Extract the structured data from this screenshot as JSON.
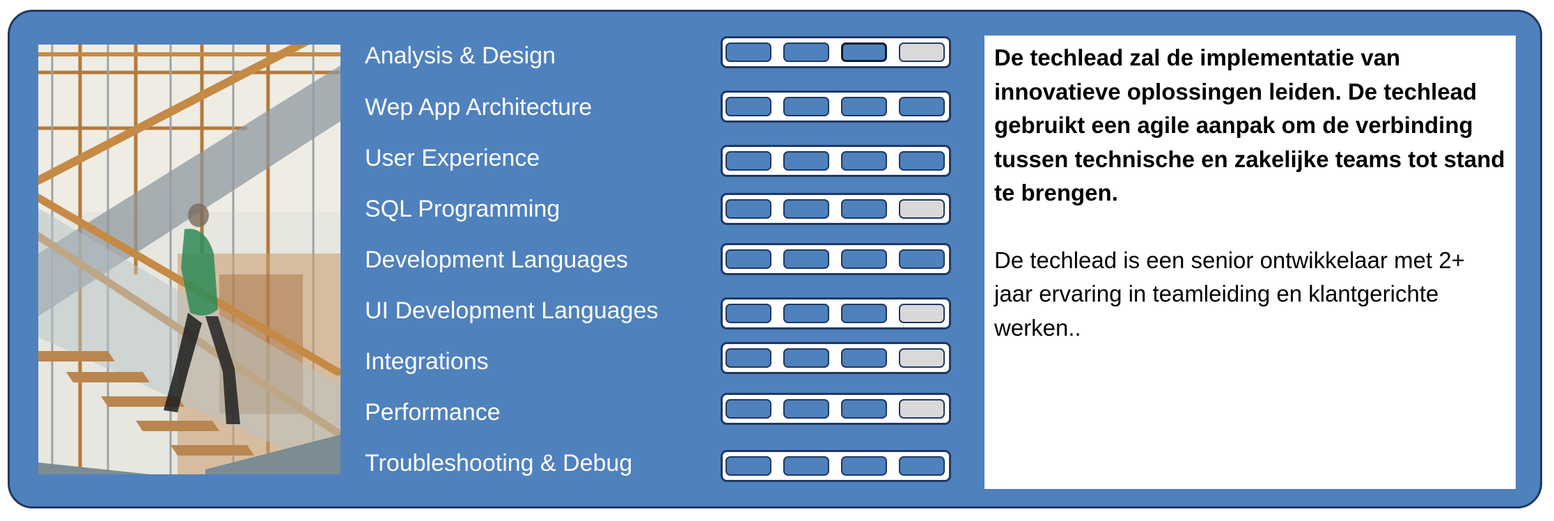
{
  "colors": {
    "card_background": "#4f81bd",
    "card_border": "#1f3864",
    "segment_filled": "#4f81bd",
    "segment_empty": "#d9d9d9",
    "label_text": "#ffffff"
  },
  "photo": {
    "description_icon": "stairwell-photo"
  },
  "skills": [
    {
      "label": "Analysis & Design",
      "rating": 3,
      "max": 4
    },
    {
      "label": "Wep App Architecture",
      "rating": 4,
      "max": 4
    },
    {
      "label": "User Experience",
      "rating": 4,
      "max": 4
    },
    {
      "label": "SQL Programming",
      "rating": 3,
      "max": 4
    },
    {
      "label": "Development Languages",
      "rating": 4,
      "max": 4
    },
    {
      "label": "UI Development Languages",
      "rating": 3,
      "max": 4
    },
    {
      "label": "Integrations",
      "rating": 3,
      "max": 4
    },
    {
      "label": "Performance",
      "rating": 3,
      "max": 4
    },
    {
      "label": "Troubleshooting & Debug",
      "rating": 4,
      "max": 4
    }
  ],
  "description": {
    "intro": "De techlead zal de implementatie van innovatieve oplossingen leiden. De techlead gebruikt een agile aanpak om de verbinding tussen technische en zakelijke teams tot stand te brengen.",
    "detail": "De techlead is een senior ontwikkelaar met 2+ jaar ervaring in teamleiding en klantgerichte werken.."
  }
}
